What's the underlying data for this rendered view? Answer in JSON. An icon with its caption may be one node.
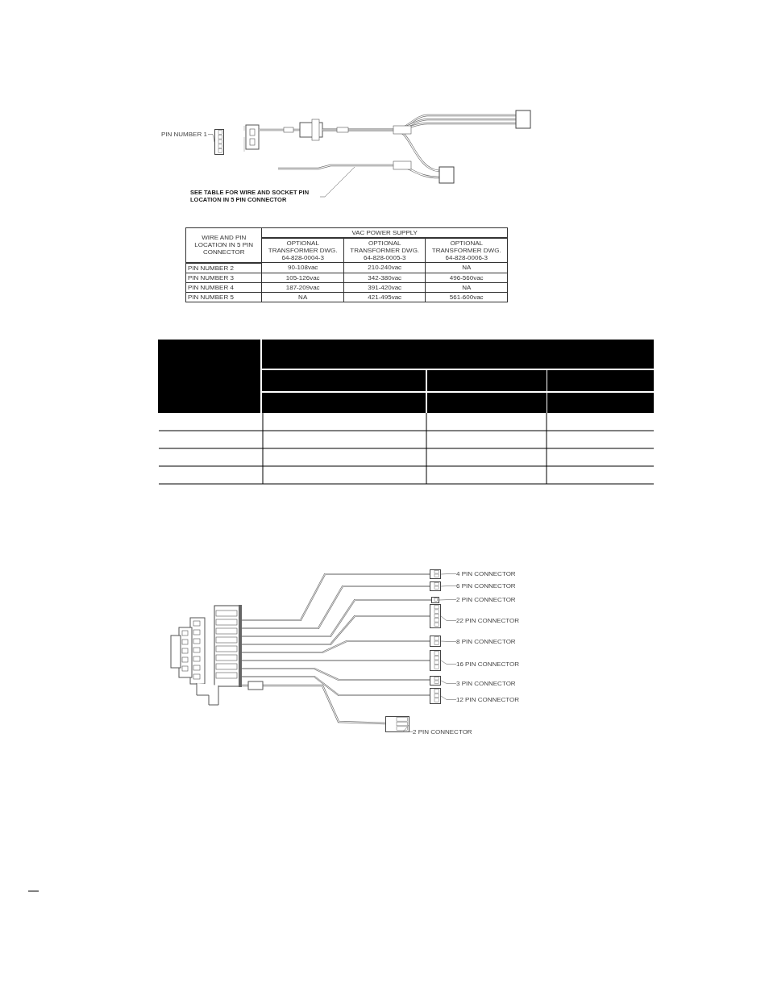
{
  "diagram": {
    "nodes": [
      {
        "text": [
          "PIN NUMBER 1"
        ]
      },
      {
        "text": [],
        "shape": "picture"
      },
      {
        "text": [
          "SEE TABLE FOR WIRE AND SOCKET PIN LOCATION IN 5 PIN CONNECTOR"
        ]
      },
      {
        "text": [],
        "shape": "picture"
      },
      {
        "text": [],
        "shape": "picture"
      },
      {
        "text": [],
        "shape": "picture"
      },
      {
        "text": [],
        "shape": "picture"
      },
      {
        "text": [],
        "shape": "picture"
      },
      {
        "text": [],
        "shape": "picture"
      },
      {
        "text": [],
        "shape": "picture"
      },
      {
        "text": [],
        "shape": "picture"
      },
      {
        "text": [],
        "shape": "picture"
      },
      {
        "text": [
          "4 PIN CONNECTOR"
        ]
      },
      {
        "text": [
          "6 PIN CONNECTOR"
        ]
      },
      {
        "text": [
          "2 PIN CONNECTOR"
        ]
      },
      {
        "text": [
          "22 PIN CONNECTOR"
        ]
      },
      {
        "text": [
          "8 PIN CONNECTOR"
        ]
      },
      {
        "text": [
          "16 PIN CONNECTOR"
        ]
      },
      {
        "text": [
          "3 PIN CONNECTOR"
        ]
      },
      {
        "text": [
          "12 PIN CONNECTOR"
        ]
      },
      {
        "text": [
          "2 PIN CONNECTOR"
        ]
      }
    ],
    "edges": [
      {
        "from": 0,
        "to": 1,
        "arrow": "none"
      },
      {
        "from": 2,
        "to": null,
        "arrow": "none"
      },
      {
        "from": 12,
        "to": 3,
        "arrow": "none"
      },
      {
        "from": 13,
        "to": 4,
        "arrow": "none"
      },
      {
        "from": 14,
        "to": 5,
        "arrow": "none"
      },
      {
        "from": 15,
        "to": 6,
        "arrow": "none"
      },
      {
        "from": 16,
        "to": 7,
        "arrow": "none"
      },
      {
        "from": 17,
        "to": 8,
        "arrow": "none"
      },
      {
        "from": 18,
        "to": 9,
        "arrow": "none"
      },
      {
        "from": 19,
        "to": 10,
        "arrow": "none"
      },
      {
        "from": 20,
        "to": 11,
        "arrow": "none"
      }
    ],
    "labels": [
      "WIRE AND PIN LOCATION IN 5 PIN CONNECTOR",
      "VAC POWER SUPPLY",
      "OPTIONAL TRANSFORMER DWG. 64-828-0004-3",
      "OPTIONAL TRANSFORMER DWG. 64-828-0005-3",
      "OPTIONAL TRANSFORMER DWG. 64-828-0006-3",
      "PIN NUMBER 2",
      "90-108vac",
      "210-240vac",
      "NA",
      "PIN NUMBER 3",
      "105-126vac",
      "342-380vac",
      "496-560vac",
      "PIN NUMBER 4",
      "187-209vac",
      "391-420vac",
      "NA",
      "PIN NUMBER 5",
      "NA",
      "421-495vac",
      "561-600vac"
    ]
  }
}
